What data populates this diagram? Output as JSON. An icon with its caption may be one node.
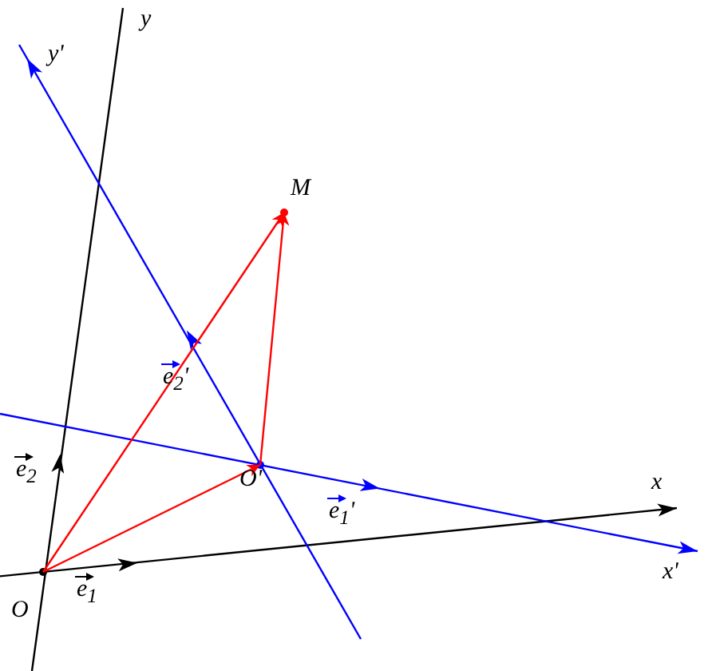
{
  "diagram": {
    "nodes": [
      {
        "text": [
          "M"
        ]
      },
      {
        "text": [
          "O'"
        ]
      },
      {
        "text": [
          "O"
        ]
      }
    ],
    "edges": [
      {
        "from": 2,
        "to": 1,
        "arrow": "to"
      },
      {
        "from": 2,
        "to": 0,
        "arrow": "to"
      },
      {
        "from": 1,
        "to": 0,
        "arrow": "to"
      }
    ],
    "labels": [
      "y",
      "y'",
      "e$_{2}$'",
      "e$_{2}$",
      "x",
      "e$_{1}$'",
      "x'",
      "e$_{1}$"
    ]
  }
}
